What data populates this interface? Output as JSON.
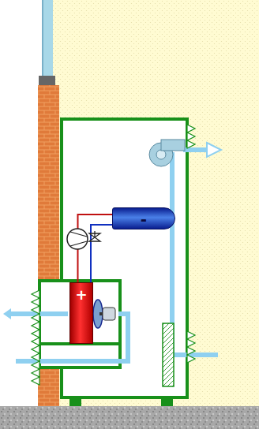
{
  "diagram": {
    "nodes": [
      {
        "text": [
          "+"
        ]
      },
      {
        "text": [
          "-"
        ]
      }
    ],
    "edges": [
      {
        "from": 0,
        "to": 1,
        "arrow": "none"
      },
      {
        "from": 0,
        "to": 1,
        "arrow": "none"
      }
    ]
  }
}
